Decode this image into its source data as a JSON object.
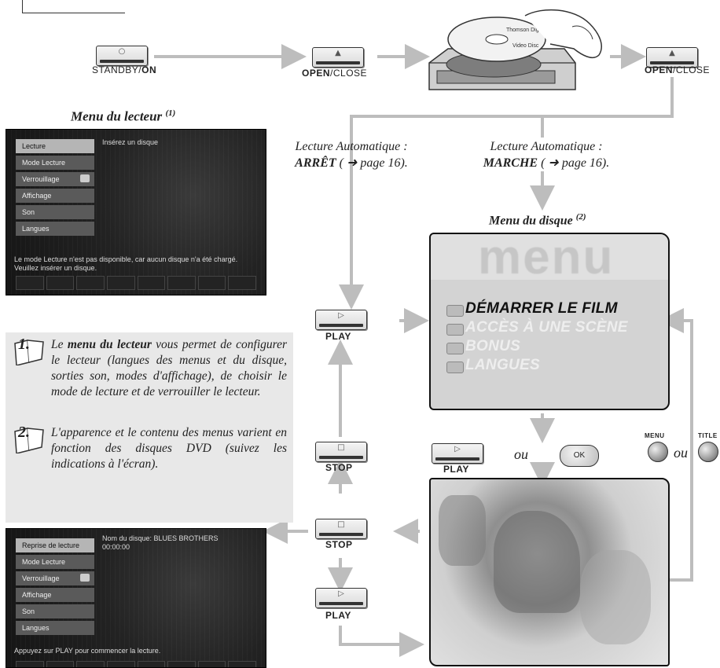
{
  "buttons": {
    "standby": {
      "label_pre": "STANDBY/",
      "label_bold": "ON",
      "symbol": "○"
    },
    "open_close_1": {
      "label_bold": "OPEN",
      "label_post": "/CLOSE",
      "symbol": "▲"
    },
    "open_close_2": {
      "label_bold": "OPEN",
      "label_post": "/CLOSE",
      "symbol": "▲"
    },
    "play_1": {
      "label": "PLAY",
      "symbol": "▷"
    },
    "stop_1": {
      "label": "STOP",
      "symbol": "□"
    },
    "play_2": {
      "label": "PLAY",
      "symbol": "▷"
    },
    "stop_2": {
      "label": "STOP",
      "symbol": "□"
    },
    "play_3": {
      "label": "PLAY",
      "symbol": "▷"
    },
    "ok": {
      "label": "OK"
    },
    "menu": {
      "label": "MENU"
    },
    "title": {
      "label": "TITLE"
    }
  },
  "conjunctions": {
    "ou1": "ou",
    "ou2": "ou"
  },
  "headings": {
    "player_menu": "Menu du lecteur",
    "player_menu_note": "(1)",
    "disc_menu": "Menu du disque",
    "disc_menu_note": "(2)"
  },
  "auto_play": {
    "off_line1": "Lecture Automatique :",
    "off_bold": "ARRÊT",
    "off_rest": " ( ➜ page 16).",
    "on_line1": "Lecture Automatique :",
    "on_bold": "MARCHE",
    "on_rest": " ( ➜ page 16)."
  },
  "player_screen_1": {
    "items": [
      "Lecture",
      "Mode Lecture",
      "Verrouillage",
      "Affichage",
      "Son",
      "Langues"
    ],
    "active_index": 0,
    "message": "Insérez un disque",
    "footer": "Le mode Lecture n'est pas disponible, car aucun disque n'a été chargé. Veuillez insérer un disque."
  },
  "player_screen_2": {
    "items": [
      "Reprise de lecture",
      "Mode Lecture",
      "Verrouillage",
      "Affichage",
      "Son",
      "Langues"
    ],
    "active_index": 0,
    "disc_name": "Nom du disque: BLUES BROTHERS",
    "time": "00:00:00",
    "footer": "Appuyez sur PLAY pour commencer la lecture."
  },
  "notes": {
    "note1_pre": "Le ",
    "note1_bold": "menu du lecteur",
    "note1_post": " vous permet de configurer le lecteur (langues des menus et du disque, sorties son, modes d'affichage), de choisir le mode de lecture et de verrouiller le lecteur.",
    "note1_num": "1.",
    "note2": "L'apparence et le contenu des menus varient en fonction des disques DVD (suivez les indications à l'écran).",
    "note2_num": "2."
  },
  "disc_menu": {
    "title": "menu",
    "items": [
      "DÉMARRER LE FILM",
      "ACCÈS À UNE SCÈNE",
      "BONUS",
      "LANGUES"
    ]
  },
  "disc_label": {
    "line1": "Thomson Digital",
    "line2": "Video Disc"
  },
  "colors": {
    "arrow": "#bdbdbd",
    "infobox": "#e8e8e8",
    "disc_menu_bg": "#d3d3d3"
  }
}
